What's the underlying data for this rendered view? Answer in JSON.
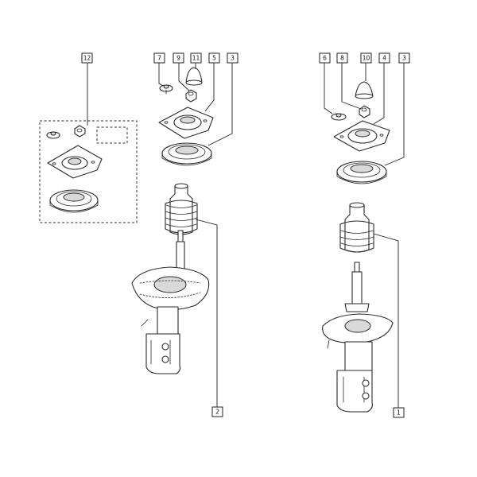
{
  "callouts": {
    "c12": "12",
    "c7": "7",
    "c9": "9",
    "c11": "11",
    "c5": "5",
    "c3_left": "3",
    "c2": "2",
    "c6": "6",
    "c8": "8",
    "c10": "10",
    "c4": "4",
    "c3_right": "3",
    "c1": "1"
  }
}
